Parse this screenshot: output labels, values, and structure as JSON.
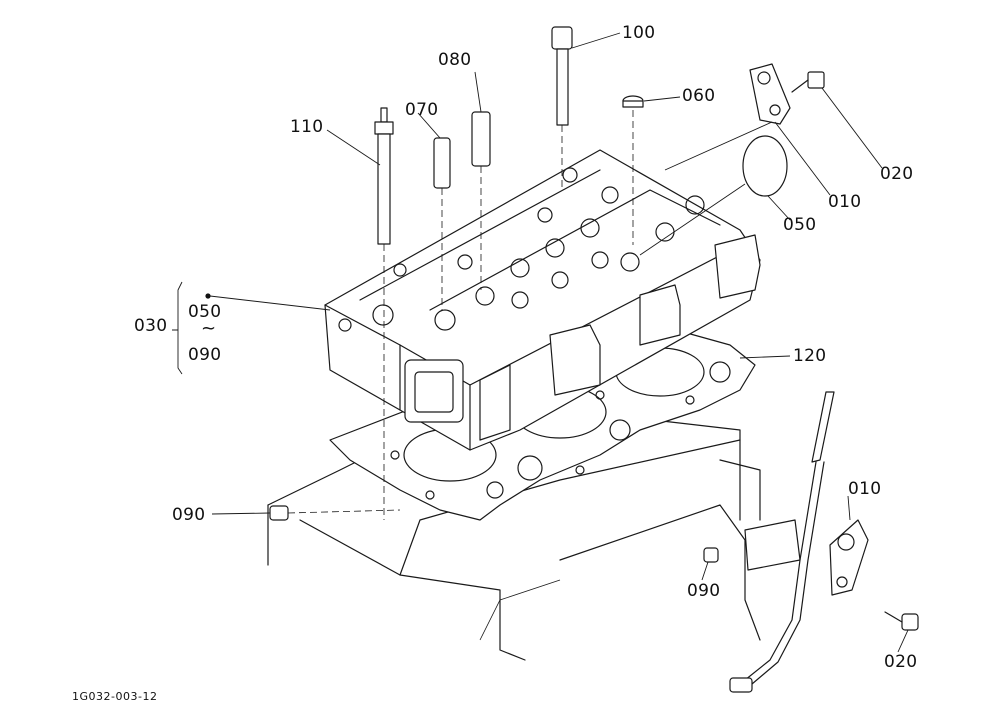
{
  "diagram": {
    "figure_code": "1G032-003-12",
    "callouts": {
      "p100": "100",
      "p080": "080",
      "p060": "060",
      "p070": "070",
      "p110": "110",
      "p020_top": "020",
      "p010_top": "010",
      "p050_right": "050",
      "p030": "030",
      "p050_group": "050",
      "p090_group": "090",
      "p120": "120",
      "p090_left": "090",
      "p090_bottom": "090",
      "p010_bottom": "010",
      "p020_bottom": "020"
    }
  }
}
